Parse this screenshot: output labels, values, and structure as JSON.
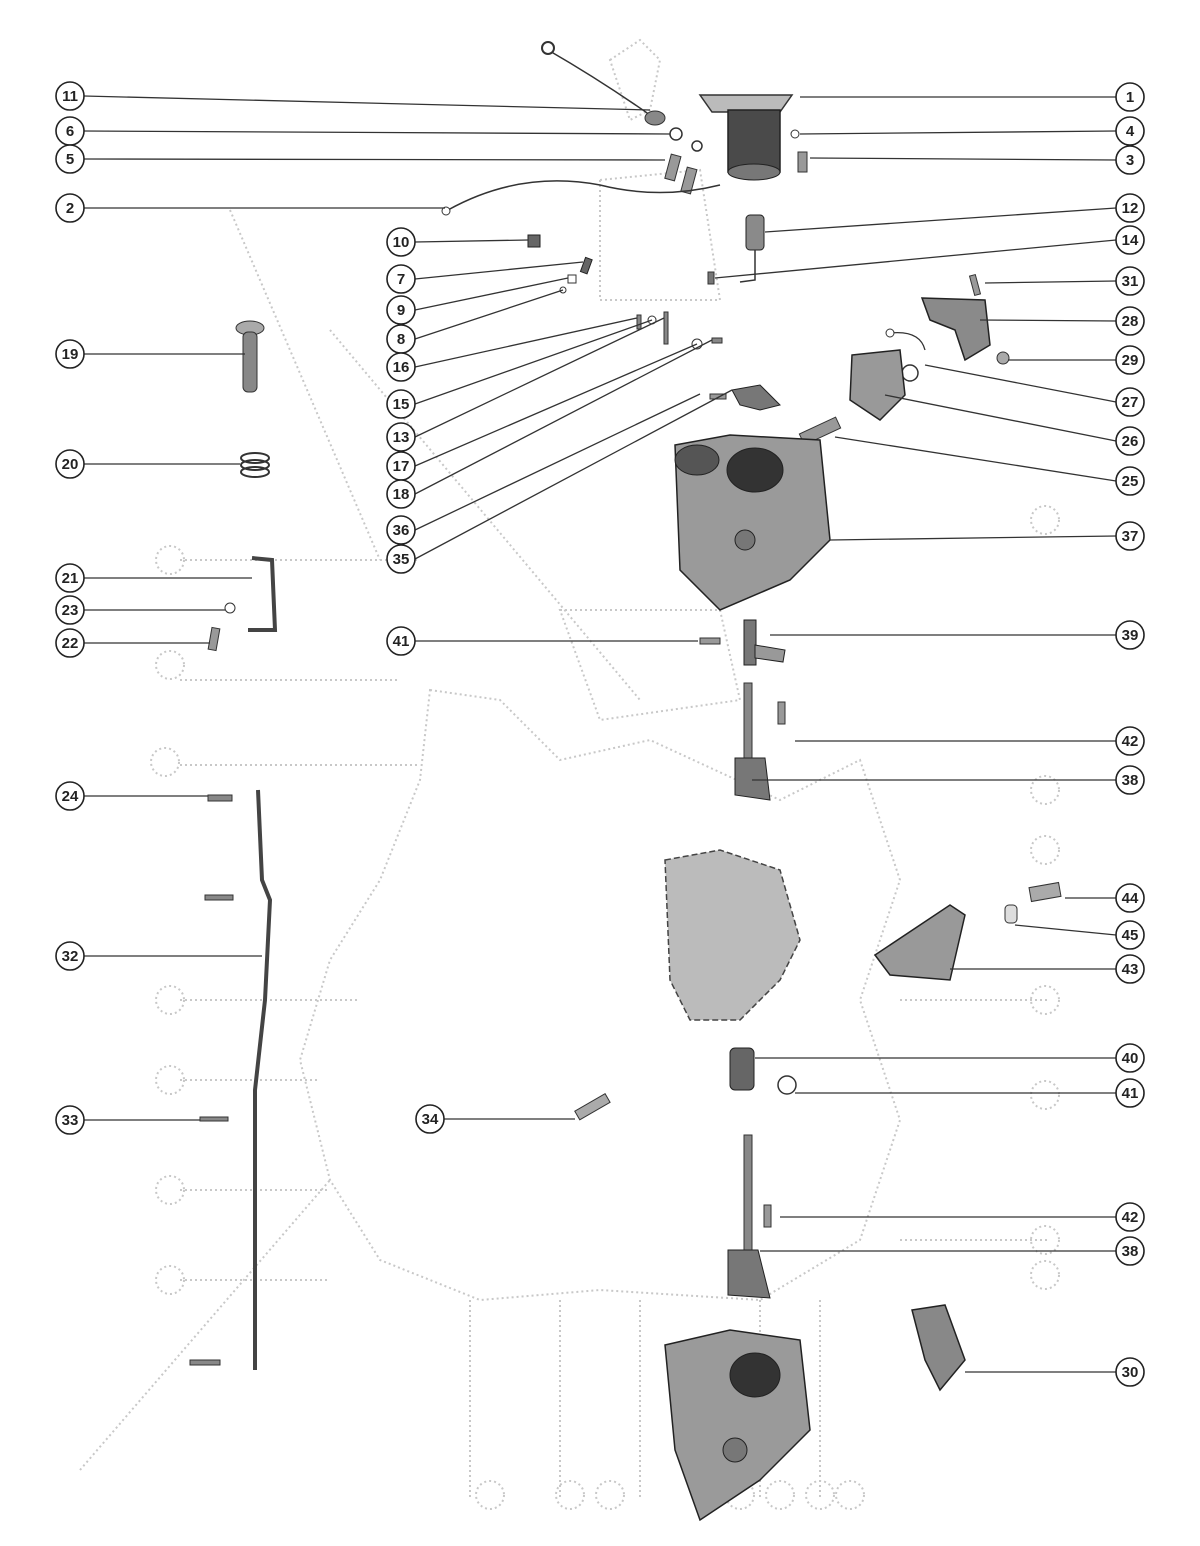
{
  "diagram": {
    "callouts": [
      {
        "num": "1",
        "side": "right"
      },
      {
        "num": "4",
        "side": "right"
      },
      {
        "num": "3",
        "side": "right"
      },
      {
        "num": "12",
        "side": "right"
      },
      {
        "num": "14",
        "side": "right"
      },
      {
        "num": "31",
        "side": "right"
      },
      {
        "num": "28",
        "side": "right"
      },
      {
        "num": "29",
        "side": "right"
      },
      {
        "num": "27",
        "side": "right"
      },
      {
        "num": "26",
        "side": "right"
      },
      {
        "num": "25",
        "side": "right"
      },
      {
        "num": "37",
        "side": "right"
      },
      {
        "num": "39",
        "side": "right"
      },
      {
        "num": "42",
        "side": "right"
      },
      {
        "num": "38",
        "side": "right"
      },
      {
        "num": "44",
        "side": "right"
      },
      {
        "num": "45",
        "side": "right"
      },
      {
        "num": "43",
        "side": "right"
      },
      {
        "num": "40",
        "side": "right"
      },
      {
        "num": "41",
        "side": "right"
      },
      {
        "num": "42",
        "side": "right"
      },
      {
        "num": "38",
        "side": "right"
      },
      {
        "num": "30",
        "side": "right"
      },
      {
        "num": "11",
        "side": "left"
      },
      {
        "num": "6",
        "side": "left"
      },
      {
        "num": "5",
        "side": "left"
      },
      {
        "num": "2",
        "side": "left"
      },
      {
        "num": "19",
        "side": "left"
      },
      {
        "num": "20",
        "side": "left"
      },
      {
        "num": "21",
        "side": "left"
      },
      {
        "num": "23",
        "side": "left"
      },
      {
        "num": "22",
        "side": "left"
      },
      {
        "num": "24",
        "side": "left"
      },
      {
        "num": "32",
        "side": "left"
      },
      {
        "num": "33",
        "side": "left"
      },
      {
        "num": "10",
        "side": "mid"
      },
      {
        "num": "7",
        "side": "mid"
      },
      {
        "num": "9",
        "side": "mid"
      },
      {
        "num": "8",
        "side": "mid"
      },
      {
        "num": "16",
        "side": "mid"
      },
      {
        "num": "15",
        "side": "mid"
      },
      {
        "num": "13",
        "side": "mid"
      },
      {
        "num": "17",
        "side": "mid"
      },
      {
        "num": "18",
        "side": "mid"
      },
      {
        "num": "36",
        "side": "mid"
      },
      {
        "num": "35",
        "side": "mid"
      },
      {
        "num": "41",
        "side": "mid"
      },
      {
        "num": "34",
        "side": "mid"
      }
    ]
  }
}
